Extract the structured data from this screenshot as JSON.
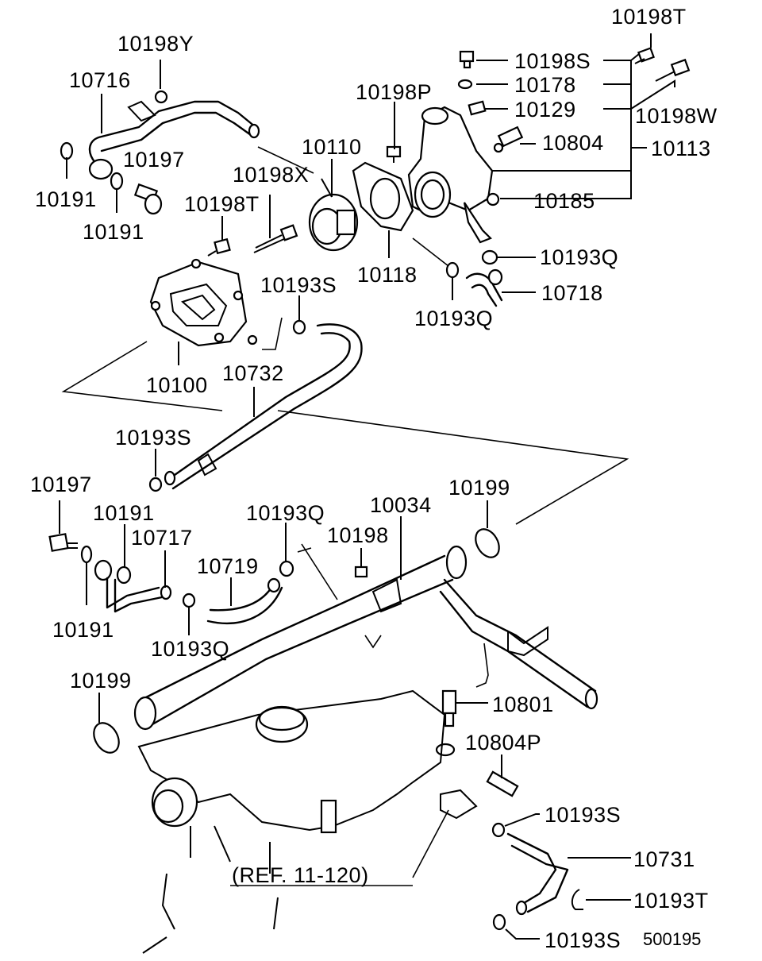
{
  "labels": {
    "l10198T_top": "10198T",
    "l10198Y": "10198Y",
    "l10716": "10716",
    "l10198S": "10198S",
    "l10178": "10178",
    "l10129": "10129",
    "l10198W": "10198W",
    "l10198P": "10198P",
    "l10804": "10804",
    "l10113": "10113",
    "l10110": "10110",
    "l10197_top": "10197",
    "l10191_a": "10191",
    "l10191_b": "10191",
    "l10198X": "10198X",
    "l10185": "10185",
    "l10198T_mid": "10198T",
    "l10193Q_a": "10193Q",
    "l10118": "10118",
    "l10193S_a": "10193S",
    "l10718": "10718",
    "l10193Q_b": "10193Q",
    "l10100": "10100",
    "l10732": "10732",
    "l10193S_b": "10193S",
    "l10197_mid": "10197",
    "l10199_a": "10199",
    "l10191_c": "10191",
    "l10193Q_c": "10193Q",
    "l10034": "10034",
    "l10717": "10717",
    "l10198": "10198",
    "l10719": "10719",
    "l10191_d": "10191",
    "l10193Q_d": "10193Q",
    "l10199_b": "10199",
    "l10801": "10801",
    "l10804P": "10804P",
    "l10193S_c": "10193S",
    "l10731": "10731",
    "l10193T": "10193T",
    "l10193S_d": "10193S",
    "ref": "(REF. 11-120)",
    "code": "500195"
  }
}
